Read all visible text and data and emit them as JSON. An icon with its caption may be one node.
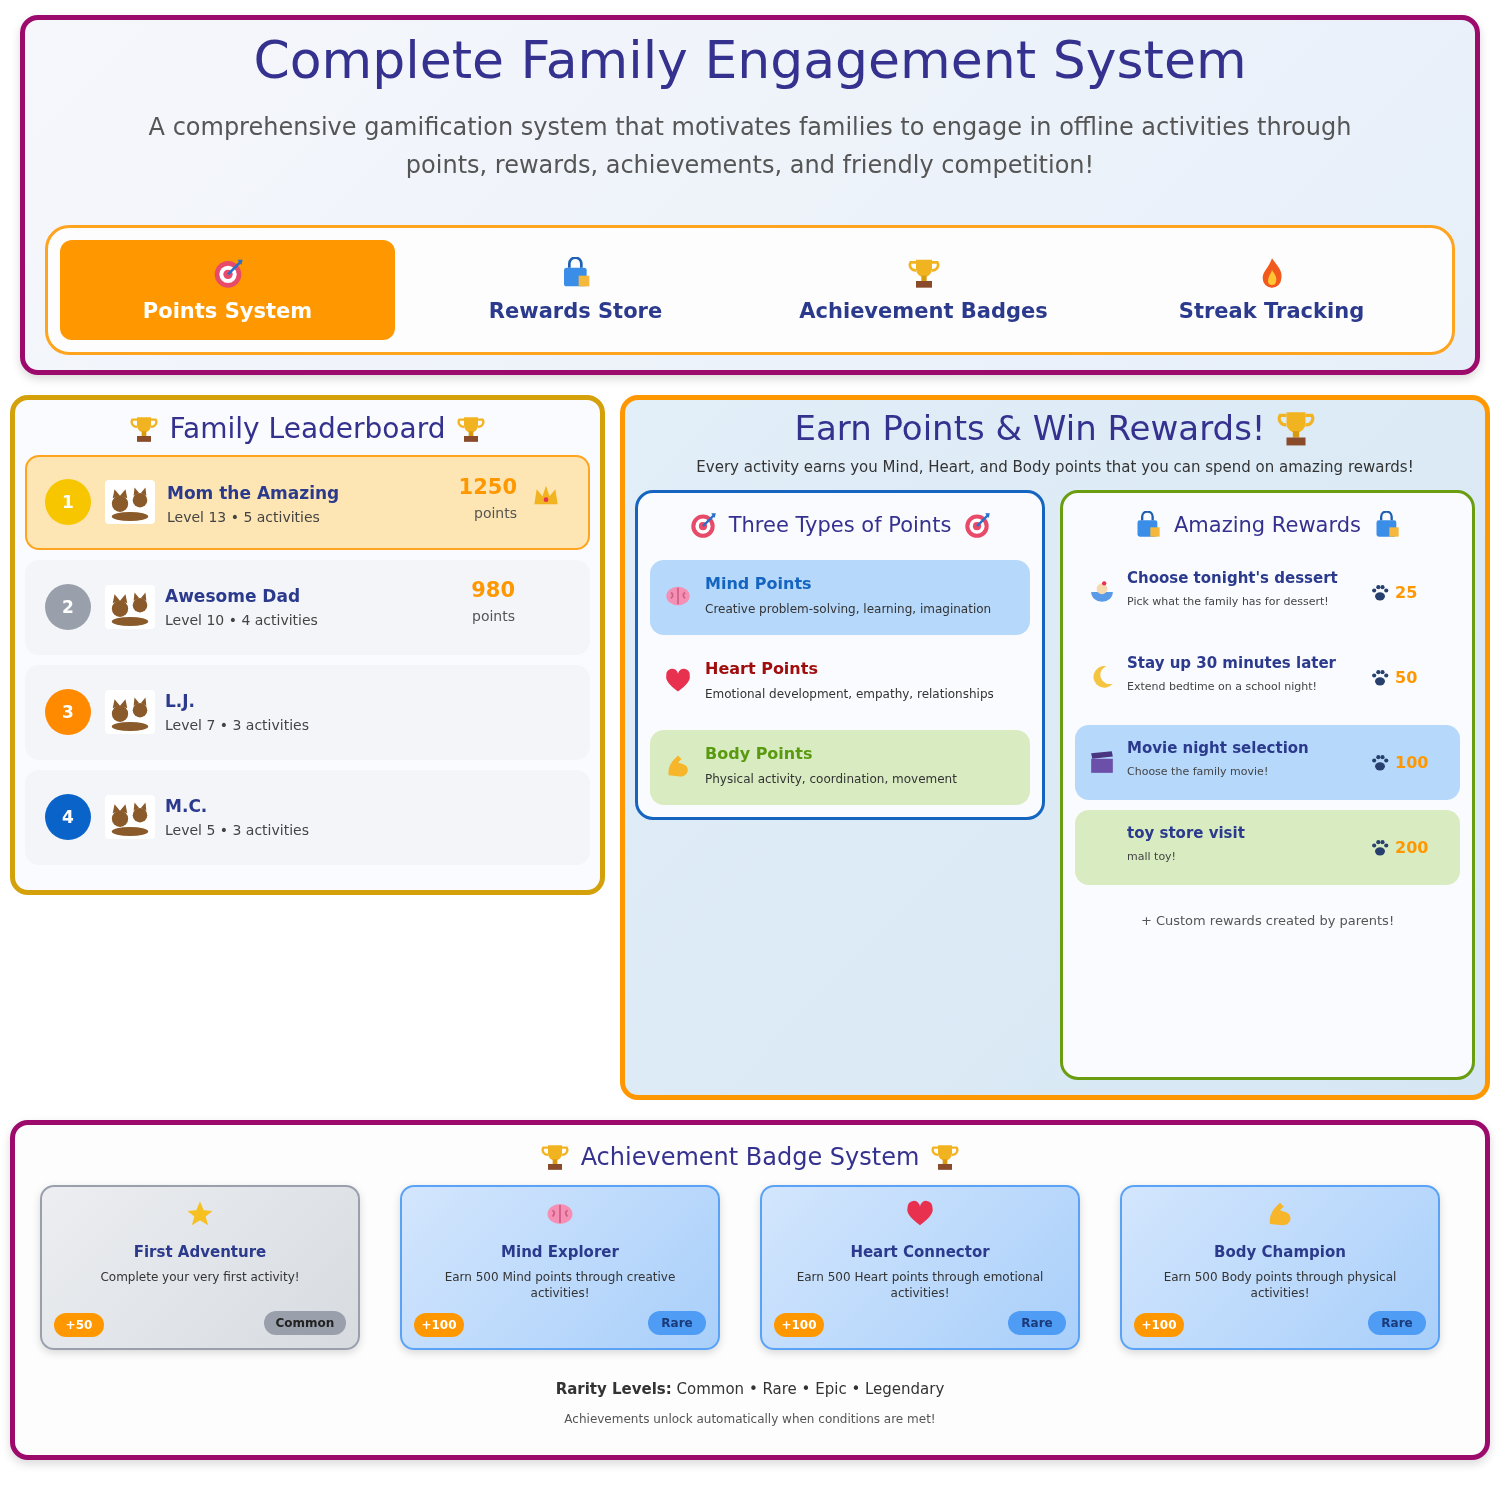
{
  "diagram": {
    "nodes": [
      {
        "text": [
          "Complete Family Engagement System",
          "A comprehensive gamification system that motivates families to engage in offline activities through points, rewards, achievements, and friendly competition!"
        ]
      },
      {
        "text": [],
        "shape": "box",
        "in": 0
      },
      {
        "text": [
          "Points System"
        ],
        "in": 1
      },
      {
        "text": [
          "Rewards Store"
        ],
        "in": 1
      },
      {
        "text": [
          "Achievement Badges"
        ],
        "in": 1
      },
      {
        "text": [
          "Streak Tracking"
        ],
        "in": 1
      },
      {
        "text": [
          "Family Leaderboard"
        ]
      },
      {
        "text": [
          "Mom the Amazing",
          "Level 13 • 5 activities",
          "1250",
          "points"
        ],
        "in": 6
      },
      {
        "text": [
          "1"
        ],
        "in": 7
      },
      {
        "text": [],
        "shape": "picture",
        "in": 7
      },
      {
        "text": [
          "Awesome Dad",
          "Level 10 • 4 activities",
          "980",
          "points"
        ],
        "in": 6
      },
      {
        "text": [
          "2"
        ],
        "in": 10
      },
      {
        "text": [],
        "shape": "picture",
        "in": 10
      },
      {
        "text": [
          "L.J.",
          "Level 7 • 3 activities"
        ],
        "in": 6
      },
      {
        "text": [
          "3"
        ],
        "in": 13
      },
      {
        "text": [],
        "shape": "picture",
        "in": 13
      },
      {
        "text": [
          "M.C.",
          "Level 5 • 3 activities"
        ],
        "in": 6
      },
      {
        "text": [
          "4"
        ],
        "in": 16
      },
      {
        "text": [],
        "shape": "picture",
        "in": 16
      },
      {
        "text": [
          "Earn Points & Win Rewards!",
          "Every activity earns you Mind, Heart, and Body points that you can spend on amazing rewards!"
        ]
      },
      {
        "text": [
          "Three Types of Points"
        ],
        "in": 19
      },
      {
        "text": [
          "Mind Points",
          "Creative problem-solving, learning, imagination"
        ],
        "in": 20
      },
      {
        "text": [
          "Heart Points",
          "Emotional development, empathy, relationships"
        ],
        "in": 20
      },
      {
        "text": [
          "Body Points",
          "Physical activity, coordination, movement"
        ],
        "in": 20
      },
      {
        "text": [
          "Amazing Rewards",
          "+ Custom rewards created by parents!"
        ],
        "in": 19
      },
      {
        "text": [
          "Choose tonight's dessert",
          "Pick what the family has for dessert!",
          "25"
        ],
        "in": 24
      },
      {
        "text": [
          "Stay up 30 minutes later",
          "Extend bedtime on a school night!",
          "50"
        ],
        "in": 24
      },
      {
        "text": [
          "Movie night selection",
          "Choose the family movie!",
          "100"
        ],
        "in": 24
      },
      {
        "text": [
          "toy store visit",
          "mall toy!",
          "200"
        ],
        "in": 24
      },
      {
        "text": [
          "Achievement Badge System",
          "**Rarity Levels:** Common • Rare • Epic • Legendary",
          "Achievements unlock automatically when conditions are met!"
        ]
      },
      {
        "text": [
          "First Adventure",
          "Complete your very first activity!"
        ],
        "in": 29
      },
      {
        "text": [
          "+50"
        ],
        "in": 30
      },
      {
        "text": [
          "Common"
        ],
        "in": 30
      },
      {
        "text": [
          "Mind Explorer",
          "Earn 500 Mind points through creative activities!"
        ],
        "in": 29
      },
      {
        "text": [
          "+100"
        ],
        "in": 33
      },
      {
        "text": [
          "Rare"
        ],
        "in": 33
      },
      {
        "text": [
          "Heart Connector",
          "Earn 500 Heart points through emotional activities!"
        ],
        "in": 29
      },
      {
        "text": [
          "+100"
        ],
        "in": 36
      },
      {
        "text": [
          "Rare"
        ],
        "in": 36
      },
      {
        "text": [
          "Body Champion",
          "Earn 500 Body points through physical activities!"
        ],
        "in": 29
      },
      {
        "text": [
          "+100"
        ],
        "in": 39
      },
      {
        "text": [
          "Rare"
        ],
        "in": 39
      }
    ]
  }
}
